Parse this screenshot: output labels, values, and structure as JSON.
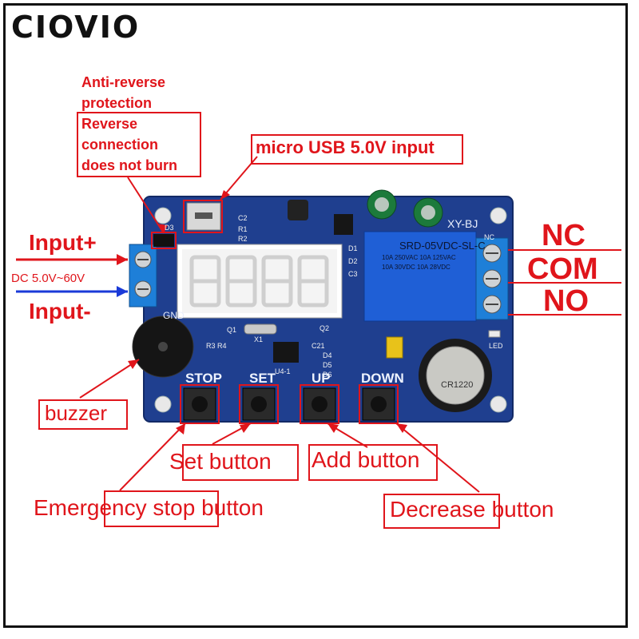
{
  "brand": "CIOVIO",
  "annotations": {
    "anti_reverse": [
      "Anti-reverse",
      "protection",
      "Reverse",
      "connection",
      "does not burn"
    ],
    "micro_usb": "micro USB 5.0V input",
    "input_plus": "Input+",
    "dc_range": "DC 5.0V~60V",
    "input_minus": "Input-",
    "buzzer": "buzzer",
    "set_button": "Set button",
    "add_button": "Add button",
    "emergency_stop": "Emergency stop button",
    "decrease_button": "Decrease button",
    "nc": "NC",
    "com": "COM",
    "no": "NO"
  },
  "board": {
    "model": "XY-BJ",
    "gnd": "GND",
    "buttons": [
      "STOP",
      "SET",
      "UP",
      "DOWN"
    ],
    "relay_lines": [
      "SRD-05VDC-SL-C",
      "10A 250VAC  10A 125VAC",
      "10A 30VDC  10A 28VDC"
    ],
    "battery": "CR1220",
    "components": [
      "D3",
      "C2",
      "R1",
      "R2",
      "D1",
      "D2",
      "C3",
      "Q1",
      "Q2",
      "X1",
      "R3",
      "R4",
      "C21",
      "D4",
      "D5",
      "D6",
      "U4-1",
      "LED",
      "NC"
    ]
  },
  "colors": {
    "annotation": "#e0151b",
    "pcb": "#1f3f8f",
    "arrow_blue": "#1a3ad8"
  }
}
